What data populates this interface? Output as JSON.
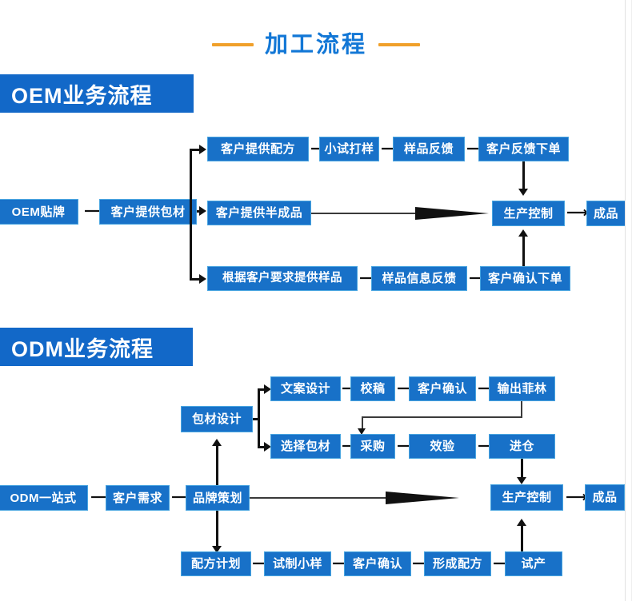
{
  "page": {
    "title": "加工流程",
    "accent_orange": "#f0a02a",
    "accent_blue": "#1277d6",
    "node_fill": "#1871c8",
    "node_border": "#49a5e0",
    "header_bg": "#1268c8"
  },
  "sections": [
    {
      "id": "oem",
      "header": "OEM业务流程",
      "nodes": {
        "start": "OEM贴牌",
        "packaging": "客户提供包材",
        "top": [
          "客户提供配方",
          "小试打样",
          "样品反馈",
          "客户反馈下单"
        ],
        "middle": [
          "客户提供半成品"
        ],
        "bottom": [
          "根据客户要求提供样品",
          "样品信息反馈",
          "客户确认下单"
        ],
        "control": "生产控制",
        "finished": "成品"
      }
    },
    {
      "id": "odm",
      "header": "ODM业务流程",
      "nodes": {
        "start": "ODM一站式",
        "demand": "客户需求",
        "branding": "品牌策划",
        "packaging_design": "包材设计",
        "design_row": [
          "文案设计",
          "校稿",
          "客户确认",
          "输出菲林"
        ],
        "material_row": [
          "选择包材",
          "采购",
          "效验",
          "进仓"
        ],
        "formula_row": [
          "配方计划",
          "试制小样",
          "客户确认",
          "形成配方",
          "试产"
        ],
        "control": "生产控制",
        "finished": "成品"
      }
    }
  ]
}
